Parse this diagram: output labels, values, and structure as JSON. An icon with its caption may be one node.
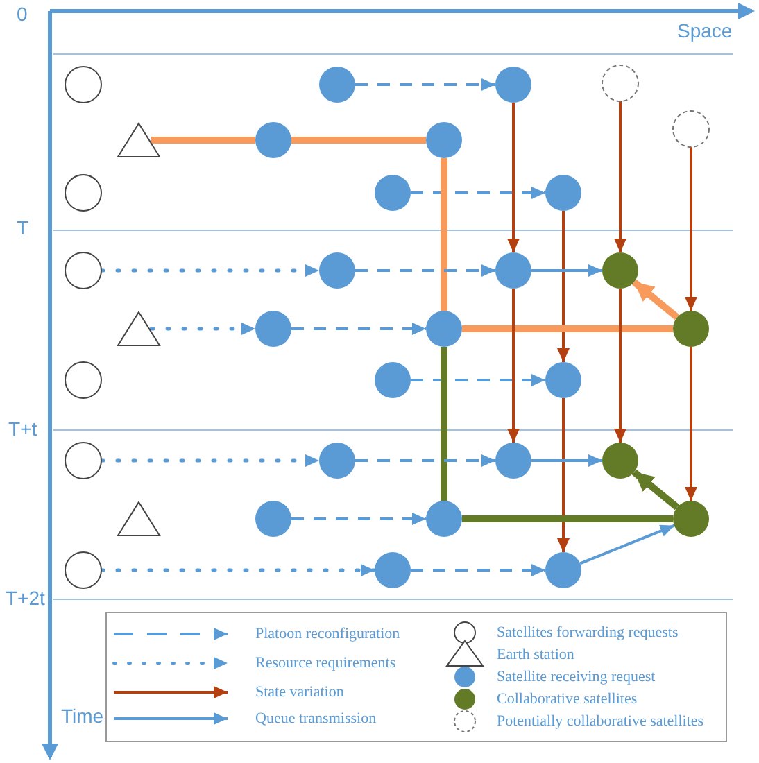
{
  "diagram": {
    "nodes": [
      {
        "text": [],
        "shape": "circle"
      },
      {
        "text": [],
        "shape": "circle"
      },
      {
        "text": [],
        "shape": "circle"
      },
      {
        "text": [],
        "shape": "circle"
      },
      {
        "text": [],
        "shape": "triangle"
      },
      {
        "text": [],
        "shape": "circle"
      },
      {
        "text": [],
        "shape": "circle"
      },
      {
        "text": [],
        "shape": "circle"
      },
      {
        "text": [],
        "shape": "circle"
      },
      {
        "text": [],
        "shape": "circle"
      },
      {
        "text": [],
        "shape": "circle"
      },
      {
        "text": [],
        "shape": "circle"
      },
      {
        "text": [],
        "shape": "circle"
      },
      {
        "text": [],
        "shape": "circle"
      },
      {
        "text": [],
        "shape": "circle"
      },
      {
        "text": [],
        "shape": "triangle"
      },
      {
        "text": [],
        "shape": "circle"
      },
      {
        "text": [],
        "shape": "circle"
      },
      {
        "text": [],
        "shape": "circle"
      },
      {
        "text": [],
        "shape": "circle"
      },
      {
        "text": [],
        "shape": "circle"
      },
      {
        "text": [],
        "shape": "circle"
      },
      {
        "text": [],
        "shape": "circle"
      },
      {
        "text": [],
        "shape": "circle"
      },
      {
        "text": [],
        "shape": "circle"
      },
      {
        "text": [],
        "shape": "circle"
      },
      {
        "text": [],
        "shape": "triangle"
      },
      {
        "text": [],
        "shape": "circle"
      },
      {
        "text": [],
        "shape": "circle"
      },
      {
        "text": [],
        "shape": "circle"
      },
      {
        "text": [],
        "shape": "circle"
      },
      {
        "text": [],
        "shape": "circle"
      },
      {
        "text": [],
        "shape": "circle"
      }
    ],
    "edges": [
      {
        "from": 1,
        "to": 2,
        "arrow": "to",
        "style": "dashed"
      },
      {
        "from": 4,
        "to": 5,
        "arrow": "none",
        "style": "thick",
        "color": "#f79a5c"
      },
      {
        "from": 5,
        "to": 6,
        "arrow": "none",
        "style": "thick",
        "color": "#f79a5c"
      },
      {
        "from": 9,
        "to": 10,
        "arrow": "to",
        "style": "dashed"
      },
      {
        "from": 2,
        "to": 13,
        "arrow": "to",
        "color": "#b5400f"
      },
      {
        "from": 3,
        "to": 14,
        "arrow": "to",
        "color": "#b5400f"
      },
      {
        "from": 7,
        "to": 18,
        "arrow": "to",
        "color": "#b5400f"
      },
      {
        "from": 10,
        "to": 21,
        "arrow": "to",
        "color": "#b5400f"
      },
      {
        "from": 6,
        "to": 17,
        "arrow": "none",
        "style": "thick",
        "color": "#f79a5c"
      },
      {
        "from": 17,
        "to": 18,
        "arrow": "none",
        "style": "thick",
        "color": "#f79a5c"
      },
      {
        "from": 18,
        "to": 14,
        "arrow": "to",
        "style": "thick",
        "color": "#f79a5c"
      },
      {
        "from": 11,
        "to": 12,
        "arrow": "to",
        "style": "dashed"
      },
      {
        "from": 12,
        "to": 13,
        "arrow": "to",
        "style": "dashed"
      },
      {
        "from": 13,
        "to": 14,
        "arrow": "to"
      },
      {
        "from": 15,
        "to": 16,
        "arrow": "to",
        "style": "dashed"
      },
      {
        "from": 16,
        "to": 17,
        "arrow": "to",
        "style": "dashed"
      },
      {
        "from": 20,
        "to": 21,
        "arrow": "to",
        "style": "dashed"
      },
      {
        "from": 13,
        "to": 24,
        "arrow": "to",
        "color": "#b5400f"
      },
      {
        "from": 14,
        "to": 25,
        "arrow": "to",
        "color": "#b5400f"
      },
      {
        "from": 18,
        "to": 29,
        "arrow": "to",
        "color": "#b5400f"
      },
      {
        "from": 21,
        "to": 32,
        "arrow": "to",
        "color": "#b5400f"
      },
      {
        "from": 17,
        "to": 28,
        "arrow": "none",
        "style": "thick",
        "color": "#637a26"
      },
      {
        "from": 28,
        "to": 29,
        "arrow": "none",
        "style": "thick",
        "color": "#637a26"
      },
      {
        "from": 29,
        "to": 25,
        "arrow": "to",
        "style": "thick",
        "color": "#637a26"
      },
      {
        "from": 22,
        "to": 23,
        "arrow": "to",
        "style": "dashed"
      },
      {
        "from": 23,
        "to": 24,
        "arrow": "to",
        "style": "dashed"
      },
      {
        "from": 24,
        "to": 25,
        "arrow": "to"
      },
      {
        "from": 27,
        "to": 28,
        "arrow": "to",
        "style": "dashed"
      },
      {
        "from": 30,
        "to": 31,
        "arrow": "to",
        "style": "dashed"
      },
      {
        "from": 31,
        "to": 32,
        "arrow": "to",
        "style": "dashed"
      },
      {
        "from": 32,
        "to": 29,
        "arrow": "to"
      }
    ],
    "labels": [
      "0",
      "Space",
      "T",
      "T+t",
      "T+2t",
      "Time"
    ],
    "legend": [
      {
        "text": "Platoon reconfiguration"
      },
      {
        "text": "Resource requirements"
      },
      {
        "text": "State variation"
      },
      {
        "text": "Queue transmission"
      },
      {
        "text": "Satellites forwarding requests"
      },
      {
        "text": "Earth station"
      },
      {
        "text": "Satellite receiving request"
      },
      {
        "text": "Collaborative satellites"
      },
      {
        "text": "Potentially collaborative satellites"
      }
    ]
  }
}
